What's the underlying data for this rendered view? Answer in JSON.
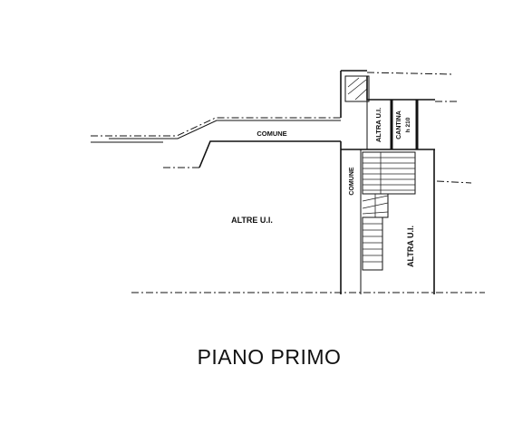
{
  "title": "PIANO PRIMO",
  "labels": {
    "comune_corridor": "COMUNE",
    "comune_stair": "COMUNE",
    "altre_ui_main": "ALTRE U.I.",
    "altra_ui_top": "ALTRA U.I.",
    "cantina": "CANTINA",
    "cantina_sub": "h 210",
    "altra_ui_right": "ALTRA U.I."
  }
}
